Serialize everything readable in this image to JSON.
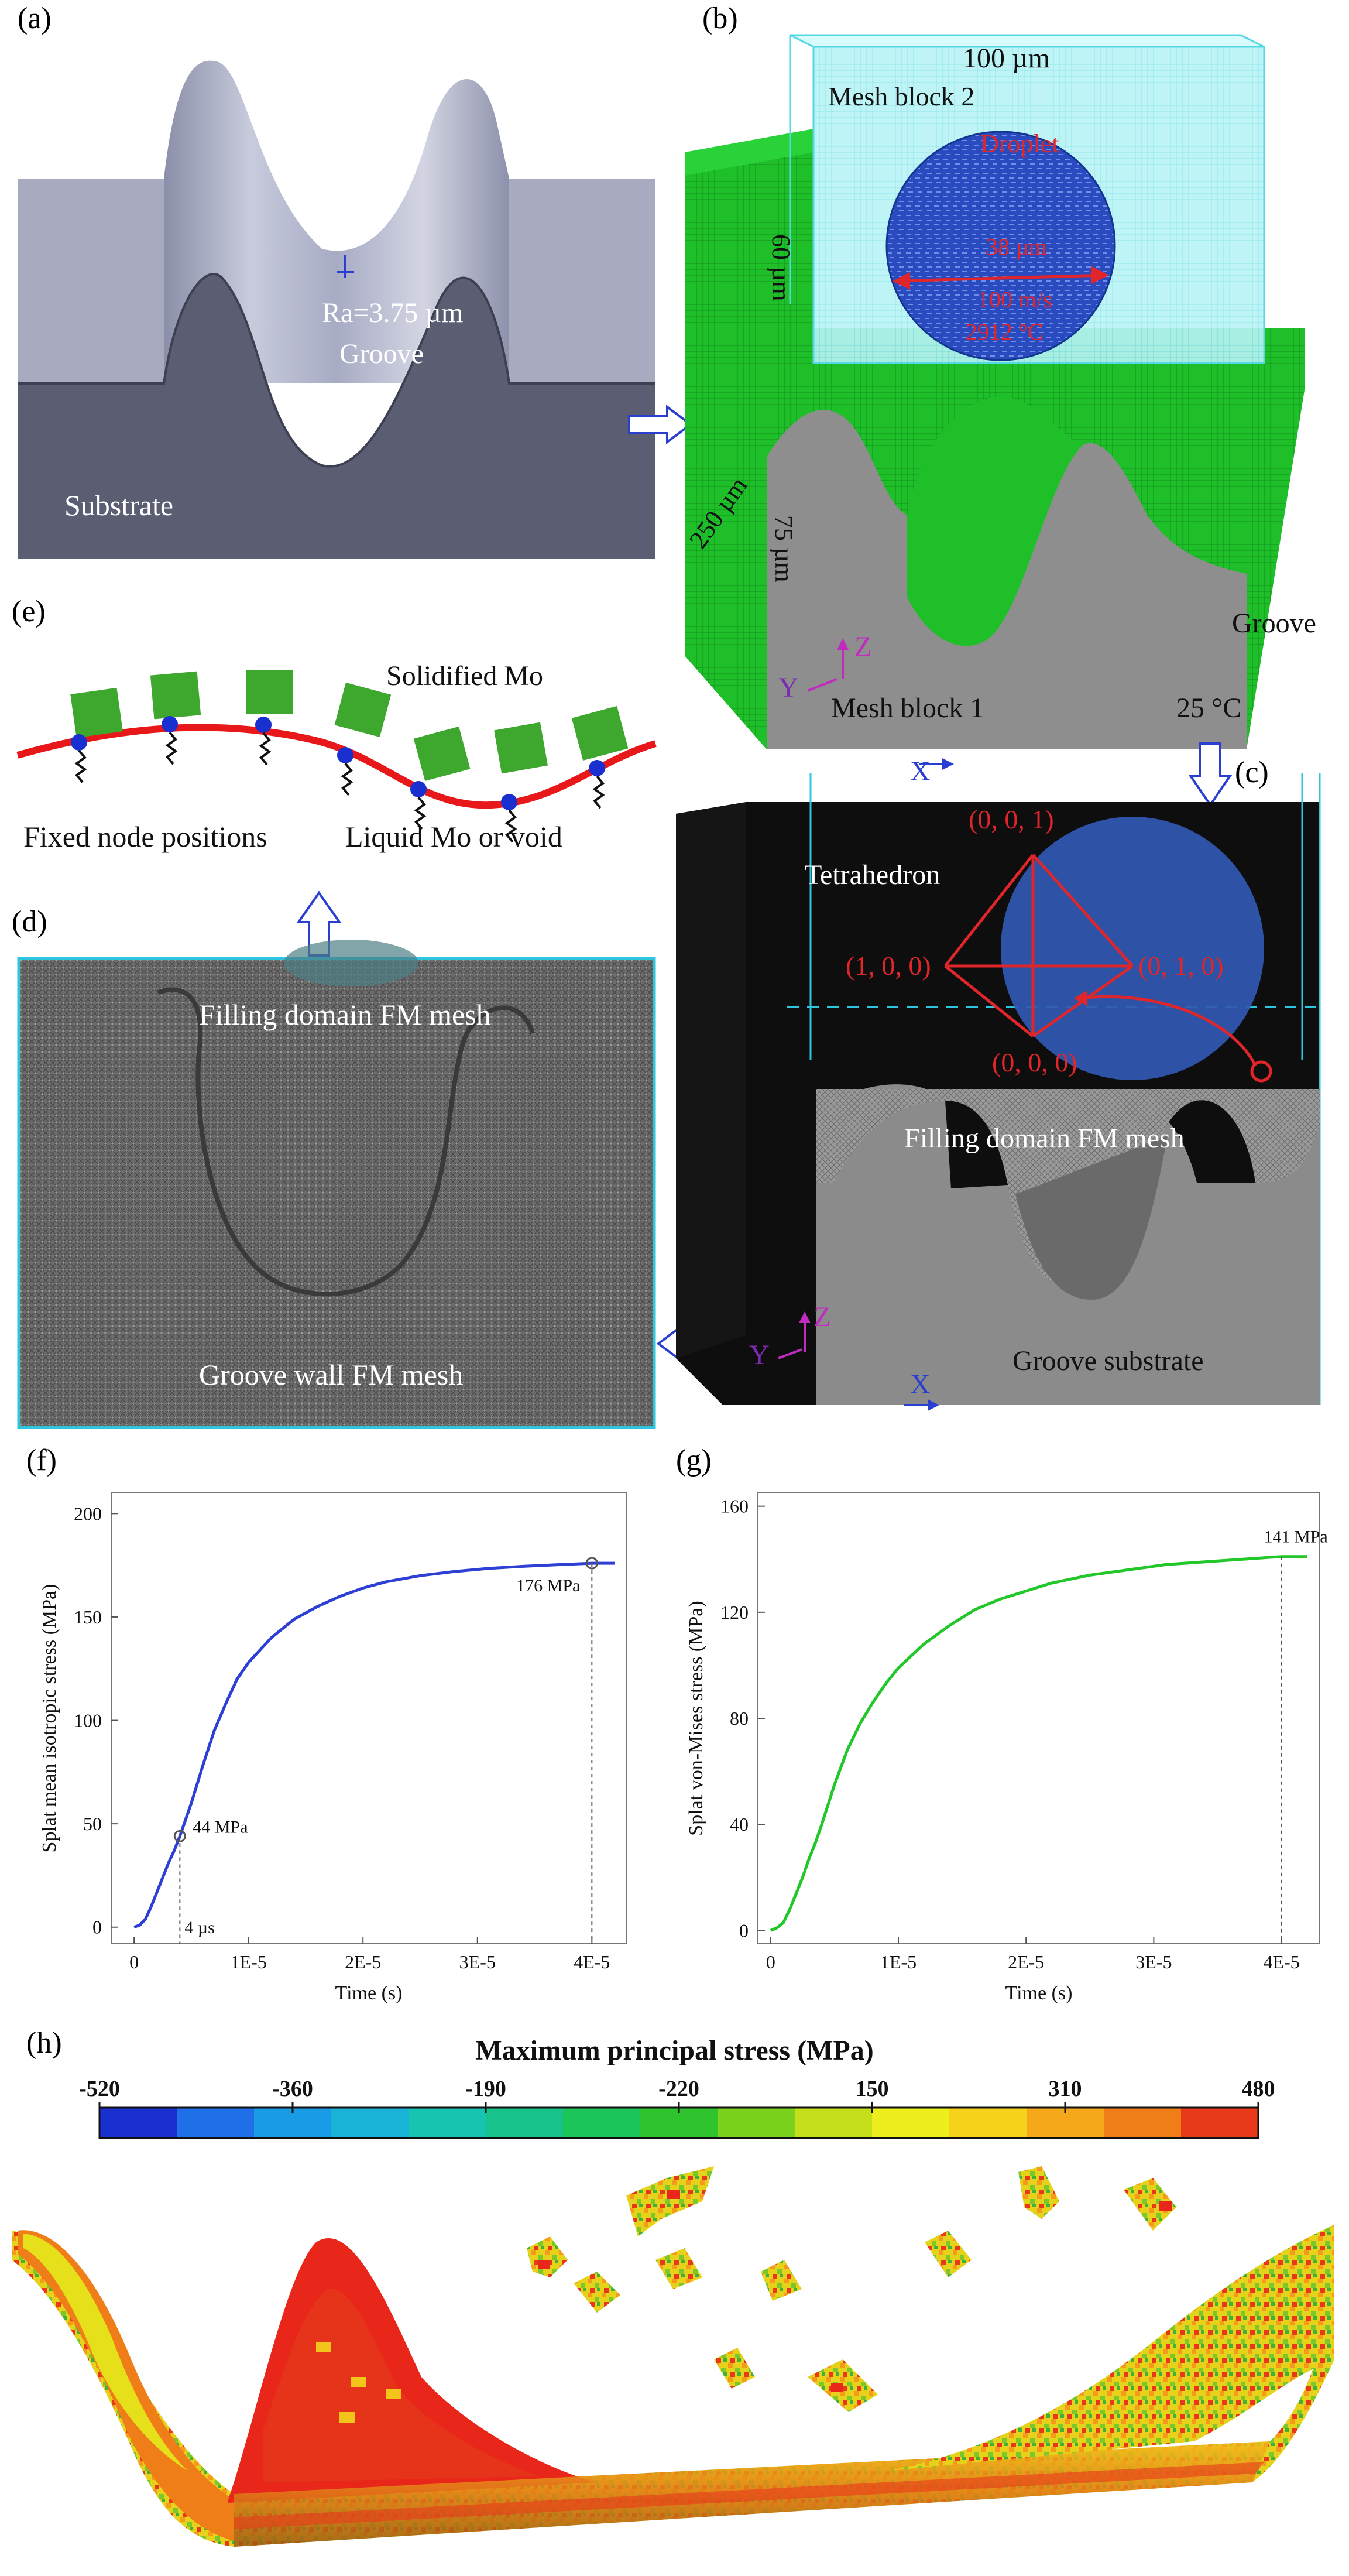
{
  "panels": {
    "a": {
      "label": "(a)",
      "roughness": "Ra=3.75 µm",
      "groove": "Groove",
      "substrate": "Substrate"
    },
    "b": {
      "label": "(b)",
      "width": "100 µm",
      "mesh_block_2": "Mesh block 2",
      "height_top": "60 µm",
      "droplet": "Droplet",
      "droplet_diameter": "38 µm",
      "droplet_velocity": "100 m/s",
      "droplet_temperature": "2912 °C",
      "depth": "250 µm",
      "height_bottom": "75 µm",
      "axis_z": "Z",
      "axis_y": "Y",
      "axis_x": "X",
      "groove": "Groove",
      "mesh_block_1": "Mesh block 1",
      "substrate_temperature": "25  °C"
    },
    "c": {
      "label": "(c)",
      "tetrahedron": "Tetrahedron",
      "vertex_top": "(0, 0, 1)",
      "vertex_left": "(1, 0, 0)",
      "vertex_right": "(0, 1, 0)",
      "vertex_bottom": "(0, 0, 0)",
      "filling_domain": "Filling domain FM mesh",
      "groove_substrate": "Groove substrate",
      "axis_z": "Z",
      "axis_y": "Y",
      "axis_x": "X"
    },
    "d": {
      "label": "(d)",
      "filling_domain": "Filling domain FM mesh",
      "groove_wall": "Groove wall FM mesh"
    },
    "e": {
      "label": "(e)",
      "solidified": "Solidified Mo",
      "fixed_nodes": "Fixed node positions",
      "liquid": "Liquid Mo or void"
    },
    "f": {
      "label": "(f)"
    },
    "g": {
      "label": "(g)"
    },
    "h": {
      "label": "(h)"
    }
  },
  "chart_data": [
    {
      "id": "f",
      "type": "line",
      "xlabel": "Time (s)",
      "ylabel": "Splat mean isotropic stress (MPa)",
      "xlim": [
        -2e-06,
        4.3e-05
      ],
      "ylim": [
        -8,
        210
      ],
      "xticks": [
        0,
        1e-05,
        2e-05,
        3e-05,
        4e-05
      ],
      "xtick_labels": [
        "0",
        "1E-5",
        "2E-5",
        "3E-5",
        "4E-5"
      ],
      "yticks": [
        0,
        50,
        100,
        150,
        200
      ],
      "ytick_labels": [
        "0",
        "50",
        "100",
        "150",
        "200"
      ],
      "color": "#2e3fd6",
      "x": [
        0,
        5e-07,
        1e-06,
        1.5e-06,
        2e-06,
        2.5e-06,
        3e-06,
        3.5e-06,
        4e-06,
        5e-06,
        6e-06,
        7e-06,
        8e-06,
        9e-06,
        1e-05,
        1.2e-05,
        1.4e-05,
        1.6e-05,
        1.8e-05,
        2e-05,
        2.2e-05,
        2.5e-05,
        2.8e-05,
        3.1e-05,
        3.4e-05,
        3.7e-05,
        4e-05,
        4.2e-05
      ],
      "y": [
        0,
        1,
        4,
        10,
        17,
        24,
        31,
        37,
        44,
        60,
        78,
        95,
        108,
        120,
        128,
        140,
        149,
        155,
        160,
        164,
        167,
        170,
        172,
        173.5,
        174.5,
        175.3,
        176,
        176
      ],
      "annotations": [
        {
          "text": "44 MPa",
          "x": 4e-06,
          "y": 44
        },
        {
          "text": "176 MPa",
          "x": 4e-05,
          "y": 176
        },
        {
          "text": "4 µs",
          "x": 4e-06,
          "y": 0
        }
      ]
    },
    {
      "id": "g",
      "type": "line",
      "xlabel": "Time (s)",
      "ylabel": "Splat von-Mises stress (MPa)",
      "xlim": [
        -1e-06,
        4.3e-05
      ],
      "ylim": [
        -5,
        165
      ],
      "xticks": [
        0,
        1e-05,
        2e-05,
        3e-05,
        4e-05
      ],
      "xtick_labels": [
        "0",
        "1E-5",
        "2E-5",
        "3E-5",
        "4E-5"
      ],
      "yticks": [
        0,
        40,
        80,
        120,
        160
      ],
      "ytick_labels": [
        "0",
        "40",
        "80",
        "120",
        "160"
      ],
      "color": "#22c72a",
      "x": [
        0,
        5e-07,
        1e-06,
        1.5e-06,
        2e-06,
        2.5e-06,
        3e-06,
        3.5e-06,
        4e-06,
        5e-06,
        6e-06,
        7e-06,
        8e-06,
        9e-06,
        1e-05,
        1.2e-05,
        1.4e-05,
        1.6e-05,
        1.8e-05,
        2e-05,
        2.2e-05,
        2.5e-05,
        2.8e-05,
        3.1e-05,
        3.4e-05,
        3.7e-05,
        4e-05,
        4.2e-05
      ],
      "y": [
        0,
        1,
        3,
        8,
        14,
        20,
        27,
        33,
        40,
        55,
        68,
        78,
        86,
        93,
        99,
        108,
        115,
        121,
        125,
        128,
        131,
        134,
        136,
        138,
        139,
        140,
        141,
        141
      ],
      "annotations": [
        {
          "text": "141 MPa",
          "x": 4e-05,
          "y": 141
        }
      ]
    }
  ],
  "colorbar": {
    "title": "Maximum principal stress (MPa)",
    "tick_labels": [
      "-520",
      "-360",
      "-190",
      "-220",
      "150",
      "310",
      "480"
    ],
    "colors": [
      "#1a2fd0",
      "#1f6fe8",
      "#1a9be6",
      "#19b3d8",
      "#17c4b0",
      "#17c38a",
      "#1bc55a",
      "#2fc42e",
      "#7ad21c",
      "#c5e01a",
      "#ecef1b",
      "#f6d21a",
      "#f5a81a",
      "#f07e18",
      "#e83a1a"
    ]
  }
}
